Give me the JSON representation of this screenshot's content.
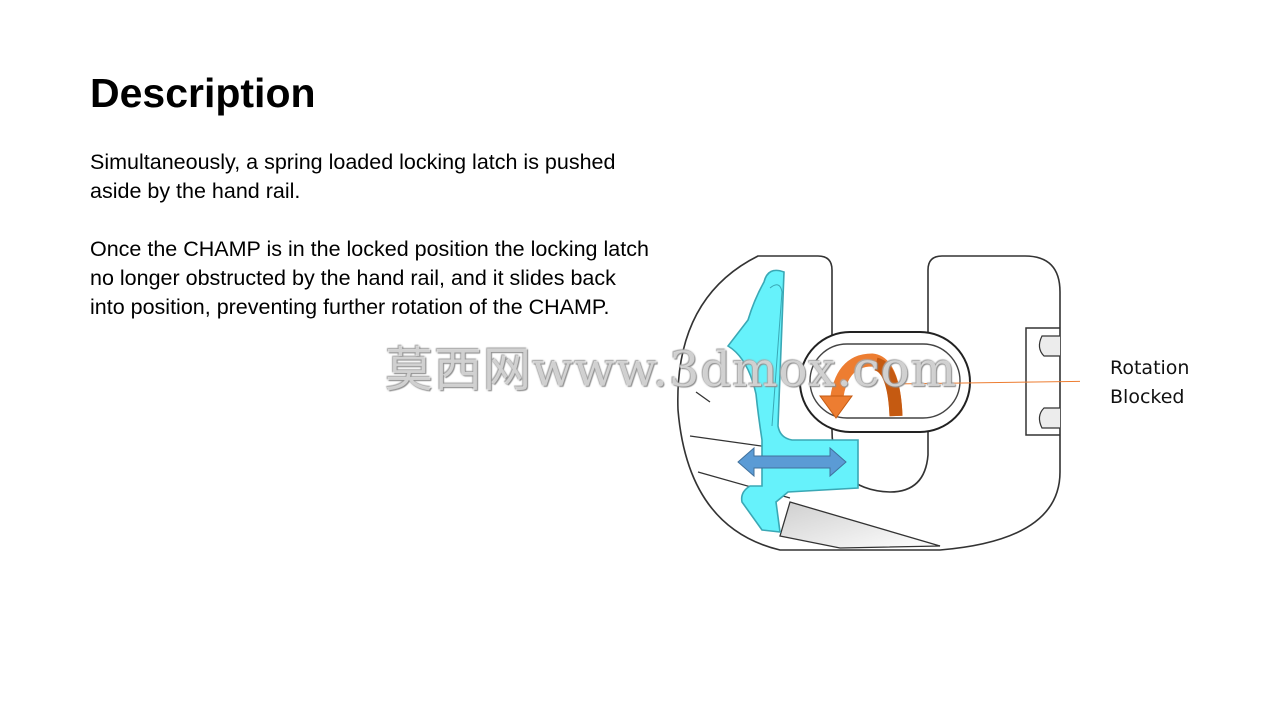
{
  "slide": {
    "title": "Description",
    "paragraphs": [
      "Simultaneously, a spring loaded locking latch is pushed aside by the hand rail.",
      "Once the CHAMP is in the locked position the locking latch no longer obstructed by the hand rail, and it slides back into position, preventing further rotation of the CHAMP."
    ]
  },
  "diagram": {
    "callout": {
      "line1": "Rotation",
      "line2": "Blocked"
    },
    "colors": {
      "latch": "#66f2fb",
      "slide_arrow": "#5b9bd5",
      "rotation_arrow": "#ed7d31",
      "leader_line": "#ed7d31",
      "outline": "#333333"
    }
  },
  "watermark": "莫西网www.3dmox.com"
}
